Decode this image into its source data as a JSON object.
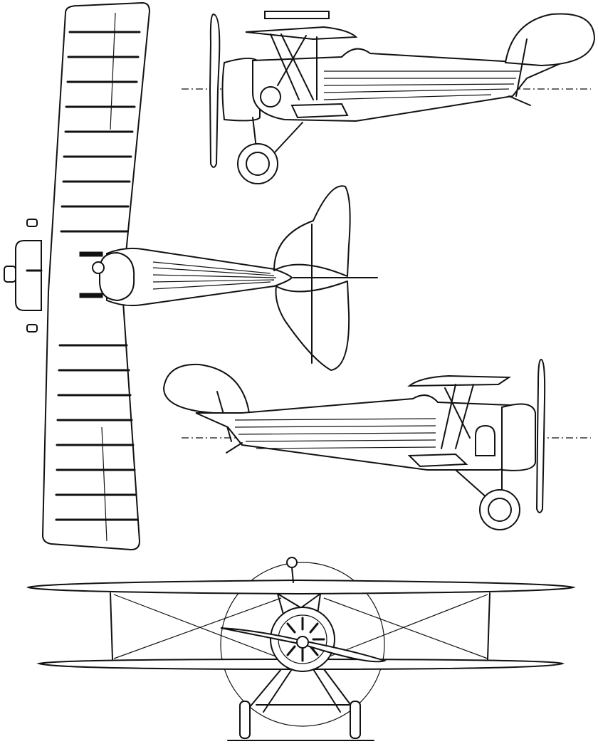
{
  "drawing": {
    "views": [
      {
        "id": "plan",
        "label": ""
      },
      {
        "id": "side-left",
        "label": ""
      },
      {
        "id": "side-right",
        "label": ""
      },
      {
        "id": "front",
        "label": ""
      }
    ],
    "ink_color": "#111111",
    "paper_color": "#ffffff"
  }
}
